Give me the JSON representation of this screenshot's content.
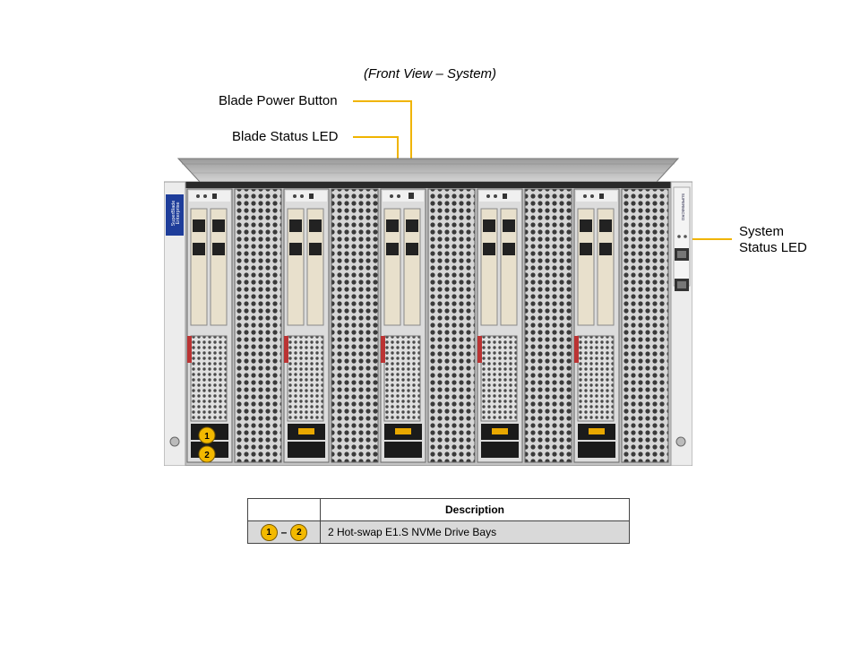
{
  "caption": "(Front View – System)",
  "callouts": {
    "blade_power_button": "Blade Power Button",
    "blade_status_led": "Blade Status LED",
    "system_status_led_line1": "System",
    "system_status_led_line2": "Status LED"
  },
  "chassis": {
    "brand_label_line1": "SuperBlade",
    "brand_label_line2": "Enterprise",
    "vendor": "SUPERMICRO",
    "drive_bays": [
      "1",
      "2"
    ]
  },
  "table": {
    "header_blank": "",
    "header_description": "Description",
    "row": {
      "from": "1",
      "separator": "–",
      "to": "2",
      "description": "2 Hot-swap E1.S NVMe Drive Bays"
    }
  },
  "colors": {
    "accent": "#f0b400",
    "chassis": "#b9b9b9",
    "mesh": "#d2d2d2"
  }
}
